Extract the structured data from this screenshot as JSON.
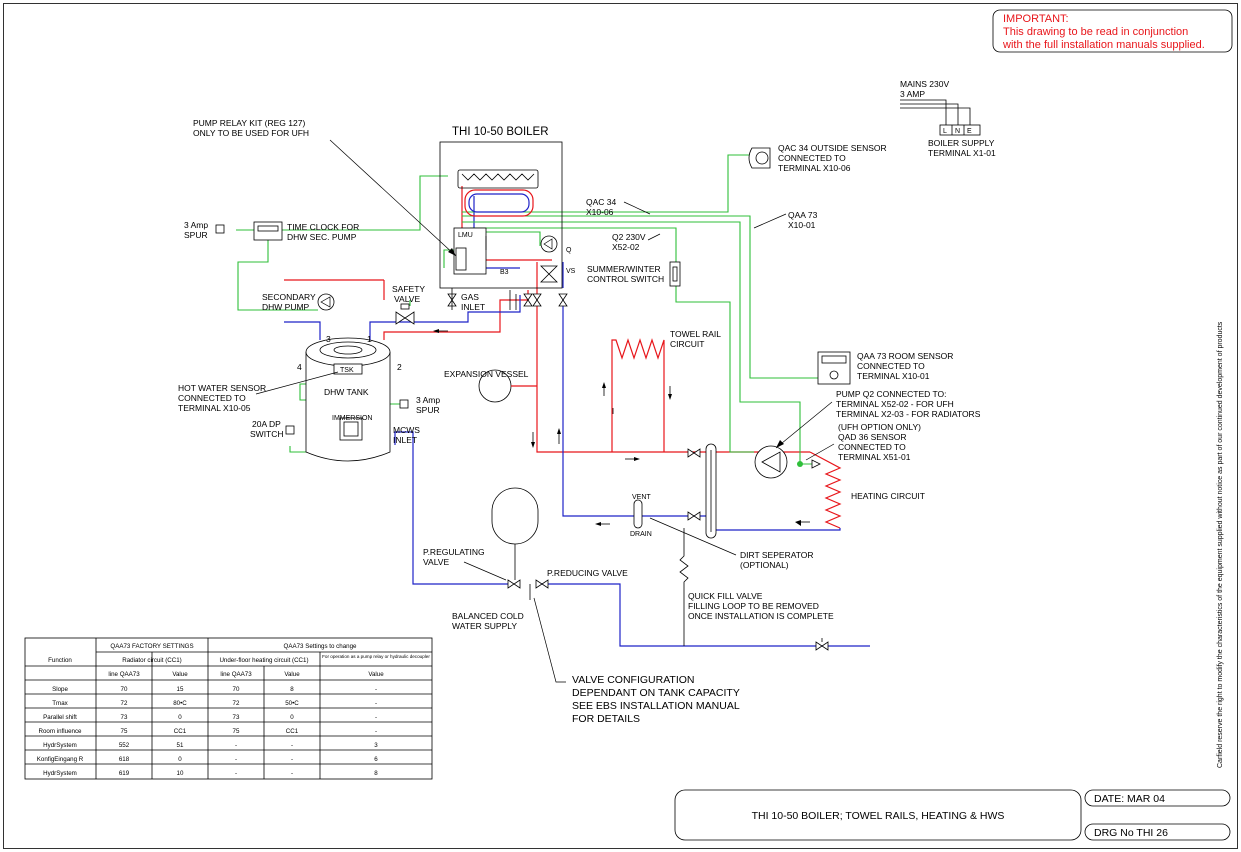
{
  "notice": {
    "heading": "IMPORTANT:",
    "line1": "This drawing to be read in conjunction",
    "line2": "with the full installation manuals supplied."
  },
  "colors": {
    "flow": "#e8161b",
    "return": "#1f23c8",
    "wiring": "#2fbf3a",
    "notice": "#e8161b"
  },
  "mains": {
    "line1": "MAINS 230V",
    "line2": "3 AMP",
    "terminals": [
      "L",
      "N",
      "E"
    ],
    "supply1": "BOILER SUPPLY",
    "supply2": "TERMINAL X1-01"
  },
  "boiler": {
    "title": "THI 10-50 BOILER",
    "lmu": "LMU",
    "q": "Q",
    "vs": "VS",
    "b3": "B3",
    "gas1": "GAS",
    "gas2": "INLET"
  },
  "labels": {
    "pump_relay1": "PUMP RELAY KIT (REG 127)",
    "pump_relay2": "ONLY TO BE USED FOR UFH",
    "spur_a1": "3 Amp",
    "spur_a2": "SPUR",
    "time_clock1": "TIME CLOCK FOR",
    "time_clock2": "DHW SEC. PUMP",
    "qac34_1": "QAC 34 OUTSIDE SENSOR",
    "qac34_2": "CONNECTED TO",
    "qac34_3": "TERMINAL X10-06",
    "qac34_t1": "QAC 34",
    "qac34_t2": "X10-06",
    "qaa73_t1": "QAA 73",
    "qaa73_t2": "X10-01",
    "q2_1": "Q2 230V",
    "q2_2": "X52-02",
    "summer1": "SUMMER/WINTER",
    "summer2": "CONTROL SWITCH",
    "sec_pump1": "SECONDARY",
    "sec_pump2": "DHW PUMP",
    "safety1": "SAFETY",
    "safety2": "VALVE",
    "towel1": "TOWEL RAIL",
    "towel2": "CIRCUIT",
    "room1": "QAA 73 ROOM SENSOR",
    "room2": "CONNECTED TO",
    "room3": "TERMINAL X10-01",
    "n4": "4",
    "n3": "3",
    "n1": "1",
    "n2": "2",
    "tsk": "TSK",
    "dhw_tank": "DHW TANK",
    "immersion": "IMMERSION",
    "expansion": "EXPANSION VESSEL",
    "hw_sensor1": "HOT WATER SENSOR",
    "hw_sensor2": "CONNECTED TO",
    "hw_sensor3": "TERMINAL X10-05",
    "spur_b1": "3 Amp",
    "spur_b2": "SPUR",
    "dp1": "20A DP",
    "dp2": "SWITCH",
    "mcws1": "MCWS",
    "mcws2": "INLET",
    "pumpq2_1": "PUMP Q2 CONNECTED TO:",
    "pumpq2_2": "TERMINAL X52-02 - FOR UFH",
    "pumpq2_3": "TERMINAL X2-03   - FOR RADIATORS",
    "ufh_only": "(UFH OPTION ONLY)",
    "qad36_1": "QAD 36 SENSOR",
    "qad36_2": "CONNECTED TO",
    "qad36_3": "TERMINAL X51-01",
    "heating": "HEATING CIRCUIT",
    "vent": "VENT",
    "drain": "DRAIN",
    "dirt1": "DIRT SEPERATOR",
    "dirt2": "(OPTIONAL)",
    "preg1": "P.REGULATING",
    "preg2": "VALVE",
    "pred": "P.REDUCING VALVE",
    "qfill1": "QUICK FILL VALVE",
    "qfill2": "FILLING LOOP TO BE REMOVED",
    "qfill3": "ONCE INSTALLATION IS COMPLETE",
    "balanced1": "BALANCED COLD",
    "balanced2": "WATER SUPPLY",
    "valve1": "VALVE CONFIGURATION",
    "valve2": "DEPENDANT ON TANK CAPACITY",
    "valve3": "SEE EBS INSTALLATION MANUAL",
    "valve4": "FOR DETAILS",
    "side_note": "Carfield reserve the right to modify the characteristics of the equipment supplied without notice as part of our continued development of products"
  },
  "table": {
    "group1": "QAA73 FACTORY SETTINGS",
    "group2": "QAA73 Settings to change",
    "function": "Function",
    "radiator": "Radiator circuit (CC1)",
    "underfloor": "Under-floor heating circuit (CC1)",
    "pumprelay": "For operation as a pump relay or hydraulic decoupler",
    "line": "line QAA73",
    "value": "Value",
    "rows": [
      [
        "Slope",
        "70",
        "15",
        "70",
        "8",
        "-"
      ],
      [
        "Tmax",
        "72",
        "80•C",
        "72",
        "50•C",
        "-"
      ],
      [
        "Parallel shift",
        "73",
        "0",
        "73",
        "0",
        "-"
      ],
      [
        "Room influence",
        "75",
        "CC1",
        "75",
        "CC1",
        "-"
      ],
      [
        "HydrSystem",
        "552",
        "51",
        "-",
        "-",
        "3"
      ],
      [
        "KonfigEingang R",
        "618",
        "0",
        "-",
        "-",
        "6"
      ],
      [
        "HydrSystem",
        "619",
        "10",
        "-",
        "-",
        "8"
      ]
    ]
  },
  "titleblock": {
    "title": "THI 10-50 BOILER; TOWEL RAILS, HEATING & HWS",
    "date": "DATE: MAR 04",
    "drg": "DRG No THI 26"
  }
}
